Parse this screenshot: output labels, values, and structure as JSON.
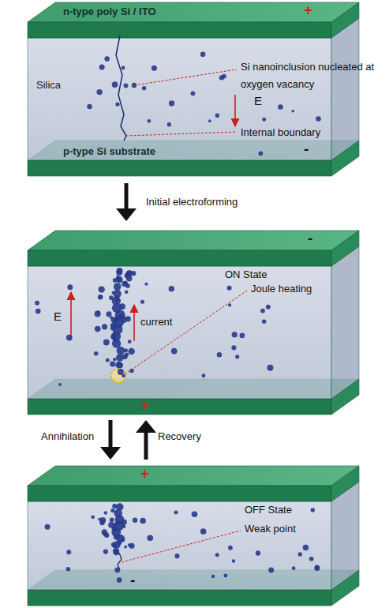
{
  "diagram": {
    "labels": [
      "n-type poly Si / ITO",
      "+",
      "Silica",
      "Si nanoinclusion nucleated at oxygen vacancy",
      "E",
      "Internal boundary",
      "p-type Si substrate",
      "-",
      "Initial electroforming",
      "-",
      "ON State",
      "E",
      "current",
      "Joule heating",
      "+",
      "Annihilation",
      "Recovery",
      "+",
      "OFF State",
      "Weak point",
      "-"
    ]
  }
}
